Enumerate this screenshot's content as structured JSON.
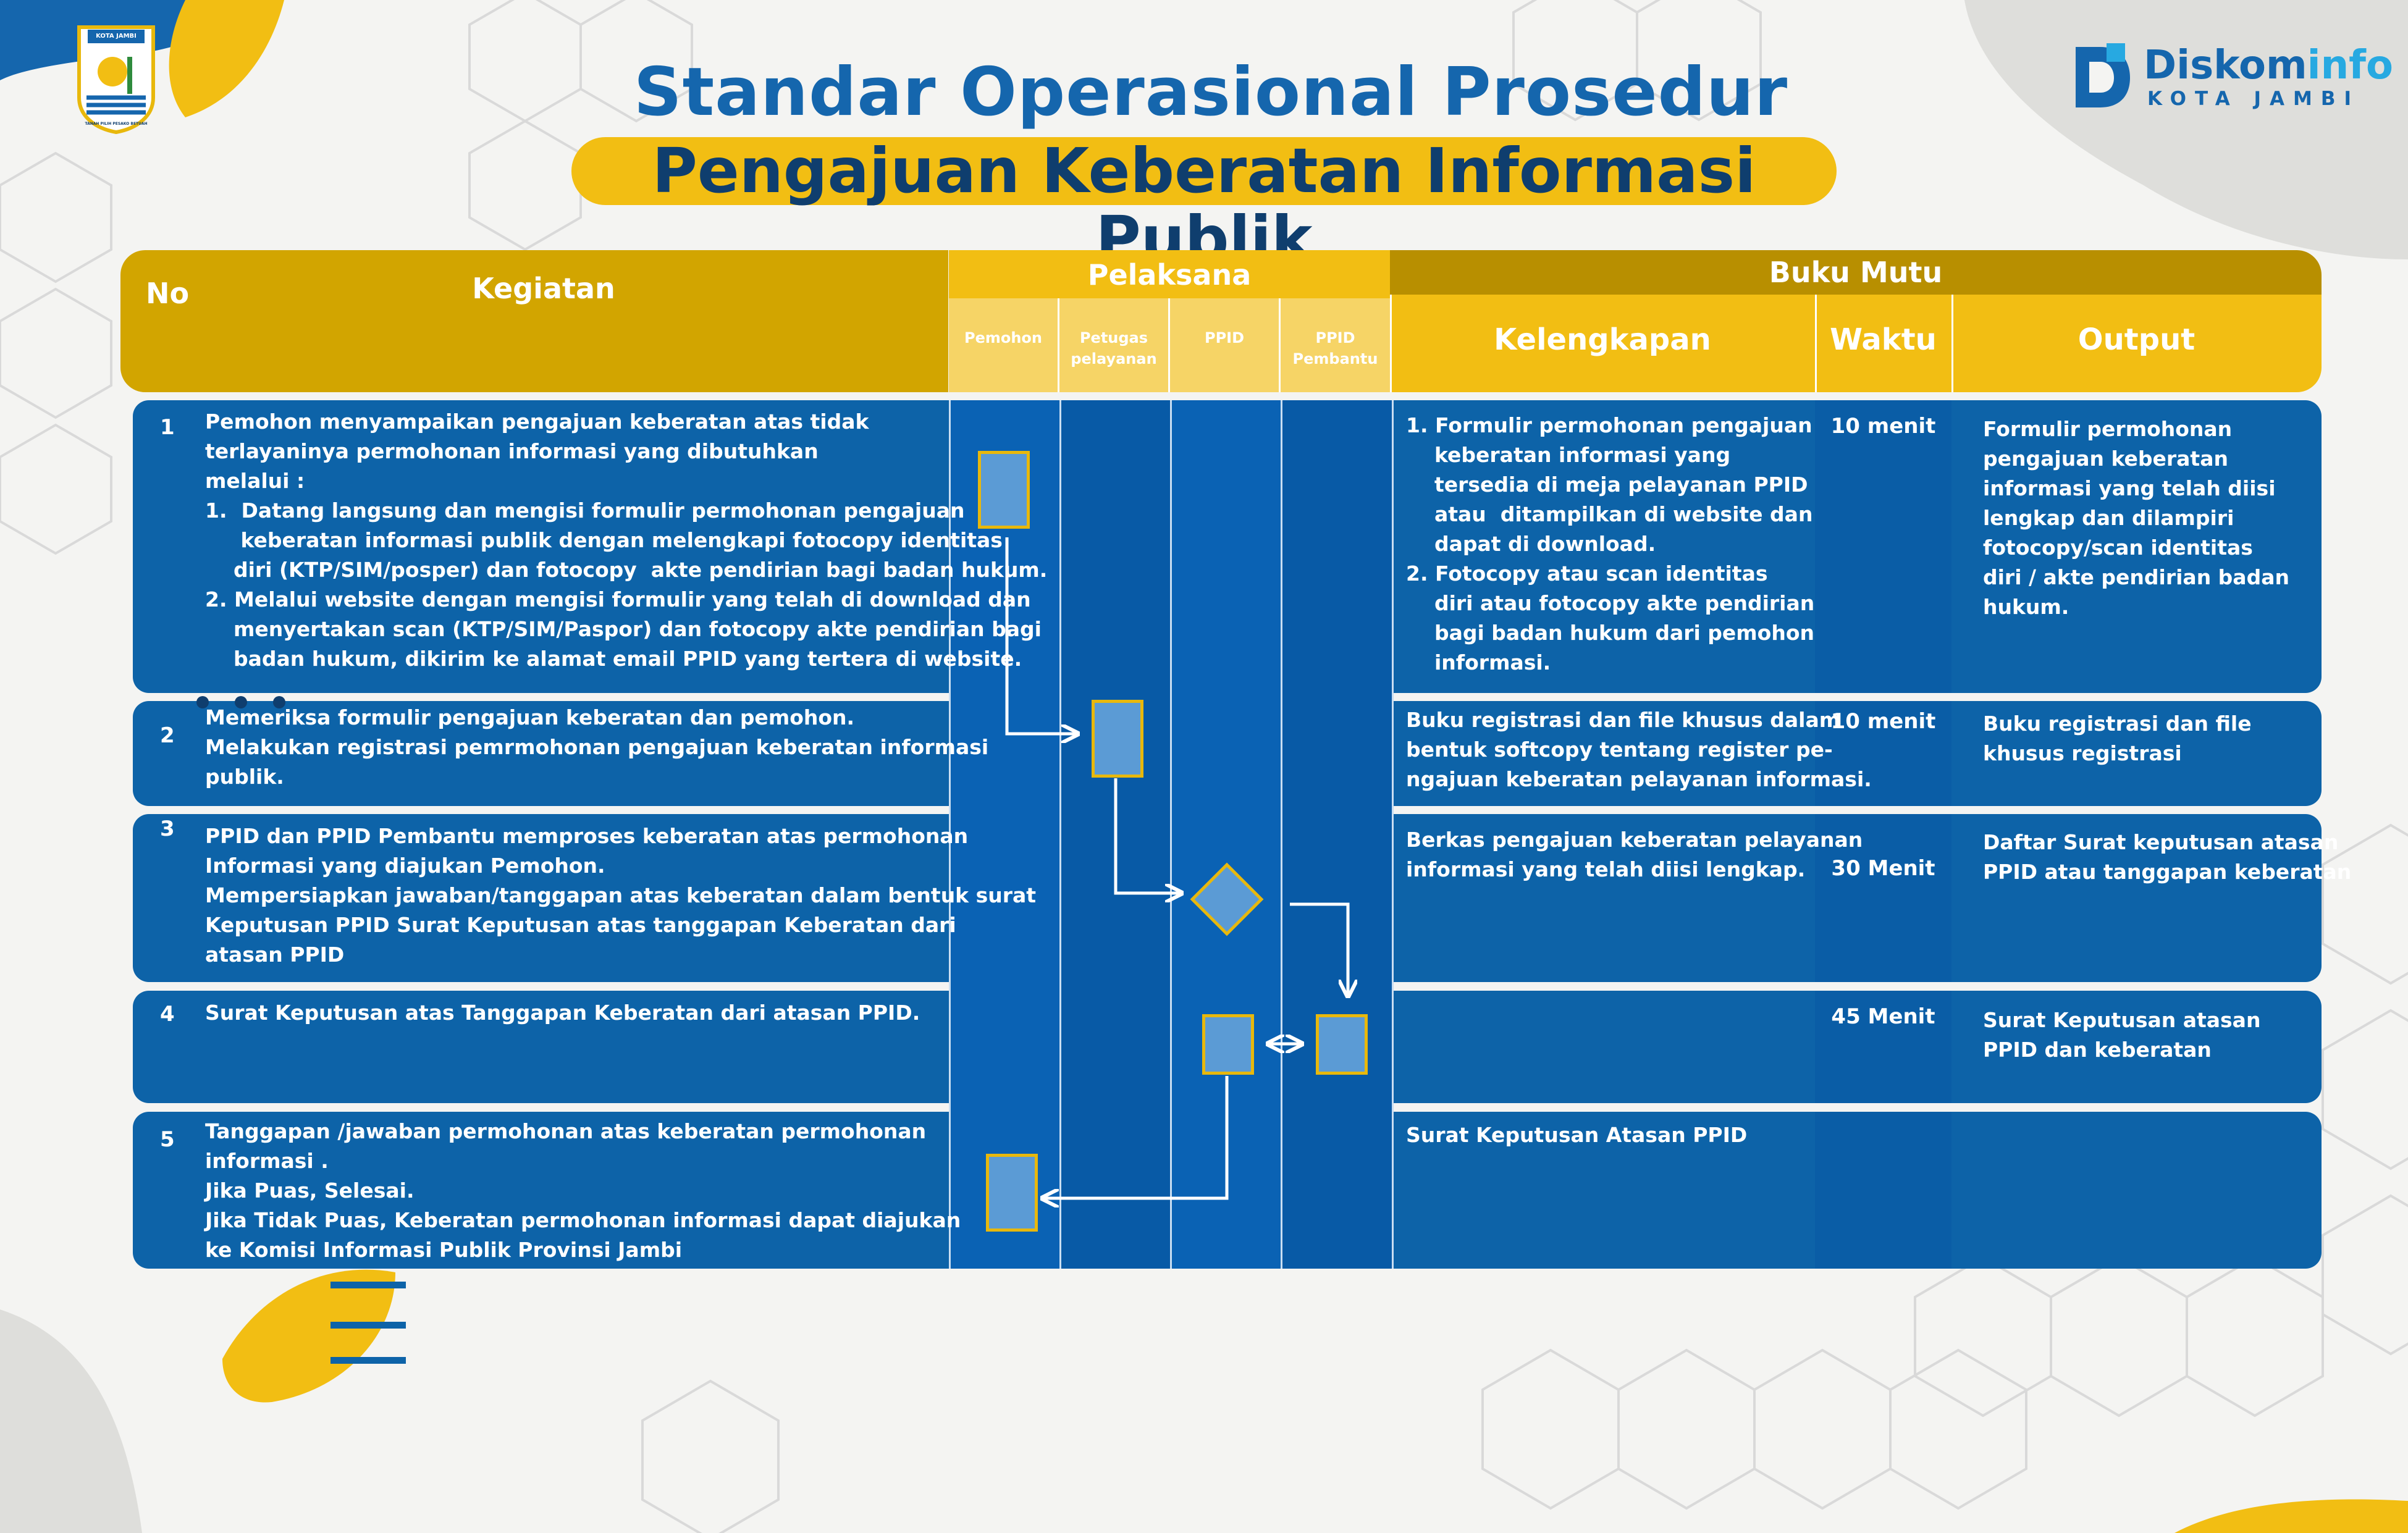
{
  "title": "Standar Operasional Prosedur",
  "subtitle": "Pengajuan Keberatan Informasi Publik",
  "logo_left": {
    "caption": "KOTA JAMBI",
    "motto": "TANAH PILIH PESAKO BETUAH"
  },
  "brand": {
    "name_part1": "Diskom",
    "name_part2": "info",
    "sub": "KOTA JAMBI"
  },
  "colors": {
    "blue": "#0d63a8",
    "dark_blue": "#0f3e6e",
    "yellow": "#f2be13",
    "gold": "#d2a500",
    "dark_gold": "#b88f00",
    "shape_fill": "#5b9bd5"
  },
  "header": {
    "no": "No",
    "kegiatan": "Kegiatan",
    "pelaksana": "Pelaksana",
    "pelaksana_cols": [
      "Pemohon",
      "Petugas\npelayanan",
      "PPID",
      "PPID\nPembantu"
    ],
    "buku_mutu": "Buku Mutu",
    "buku_mutu_cols": [
      "Kelengkapan",
      "Waktu",
      "Output"
    ]
  },
  "rows": [
    {
      "no": "1",
      "kegiatan": "Pemohon menyampaikan pengajuan keberatan atas tidak\nterlayaninya permohonan informasi yang dibutuhkan\nmelalui :\n1.  Datang langsung dan mengisi formulir permohonan pengajuan\n     keberatan informasi publik dengan melengkapi fotocopy identitas\n    diri (KTP/SIM/posper) dan fotocopy  akte pendirian bagi badan hukum.\n2. Melalui website dengan mengisi formulir yang telah di download dan\n    menyertakan scan (KTP/SIM/Paspor) dan fotocopy akte pendirian bagi\n    badan hukum, dikirim ke alamat email PPID yang tertera di website.",
      "kelengkapan": "1. Formulir permohonan pengajuan\n    keberatan informasi yang\n    tersedia di meja pelayanan PPID\n    atau  ditampilkan di website dan\n    dapat di download.\n2. Fotocopy atau scan identitas\n    diri atau fotocopy akte pendirian\n    bagi badan hukum dari pemohon\n    informasi.",
      "waktu": "10 menit",
      "output": "Formulir permohonan\npengajuan keberatan\ninformasi yang telah diisi\nlengkap dan dilampiri\nfotocopy/scan identitas\ndiri / akte pendirian badan\nhukum."
    },
    {
      "no": "2",
      "kegiatan": "Memeriksa formulir pengajuan keberatan dan pemohon.\nMelakukan registrasi pemrmohonan pengajuan keberatan informasi\npublik.",
      "kelengkapan": "Buku registrasi dan file khusus dalam\nbentuk softcopy tentang register pe-\nngajuan keberatan pelayanan informasi.",
      "waktu": "10 menit",
      "output": "Buku registrasi dan file\nkhusus registrasi"
    },
    {
      "no": "3",
      "kegiatan": "PPID dan PPID Pembantu memproses keberatan atas permohonan\nInformasi yang diajukan Pemohon.\nMempersiapkan jawaban/tanggapan atas keberatan dalam bentuk surat\nKeputusan PPID Surat Keputusan atas tanggapan Keberatan dari\natasan PPID",
      "kelengkapan": "Berkas pengajuan keberatan pelayanan\ninformasi yang telah diisi lengkap.",
      "waktu": "30 Menit",
      "output": "Daftar Surat keputusan atasan\nPPID atau tanggapan keberatan"
    },
    {
      "no": "4",
      "kegiatan": "Surat Keputusan atas Tanggapan Keberatan dari atasan PPID.",
      "kelengkapan": "",
      "waktu": "45 Menit",
      "output": "Surat Keputusan atasan\nPPID dan keberatan"
    },
    {
      "no": "5",
      "kegiatan": "Tanggapan /jawaban permohonan atas keberatan permohonan\ninformasi .\nJika Puas, Selesai.\nJika Tidak Puas, Keberatan permohonan informasi dapat diajukan\nke Komisi Informasi Publik Provinsi Jambi",
      "kelengkapan": "Surat Keputusan Atasan PPID",
      "waktu": "",
      "output": ""
    }
  ]
}
